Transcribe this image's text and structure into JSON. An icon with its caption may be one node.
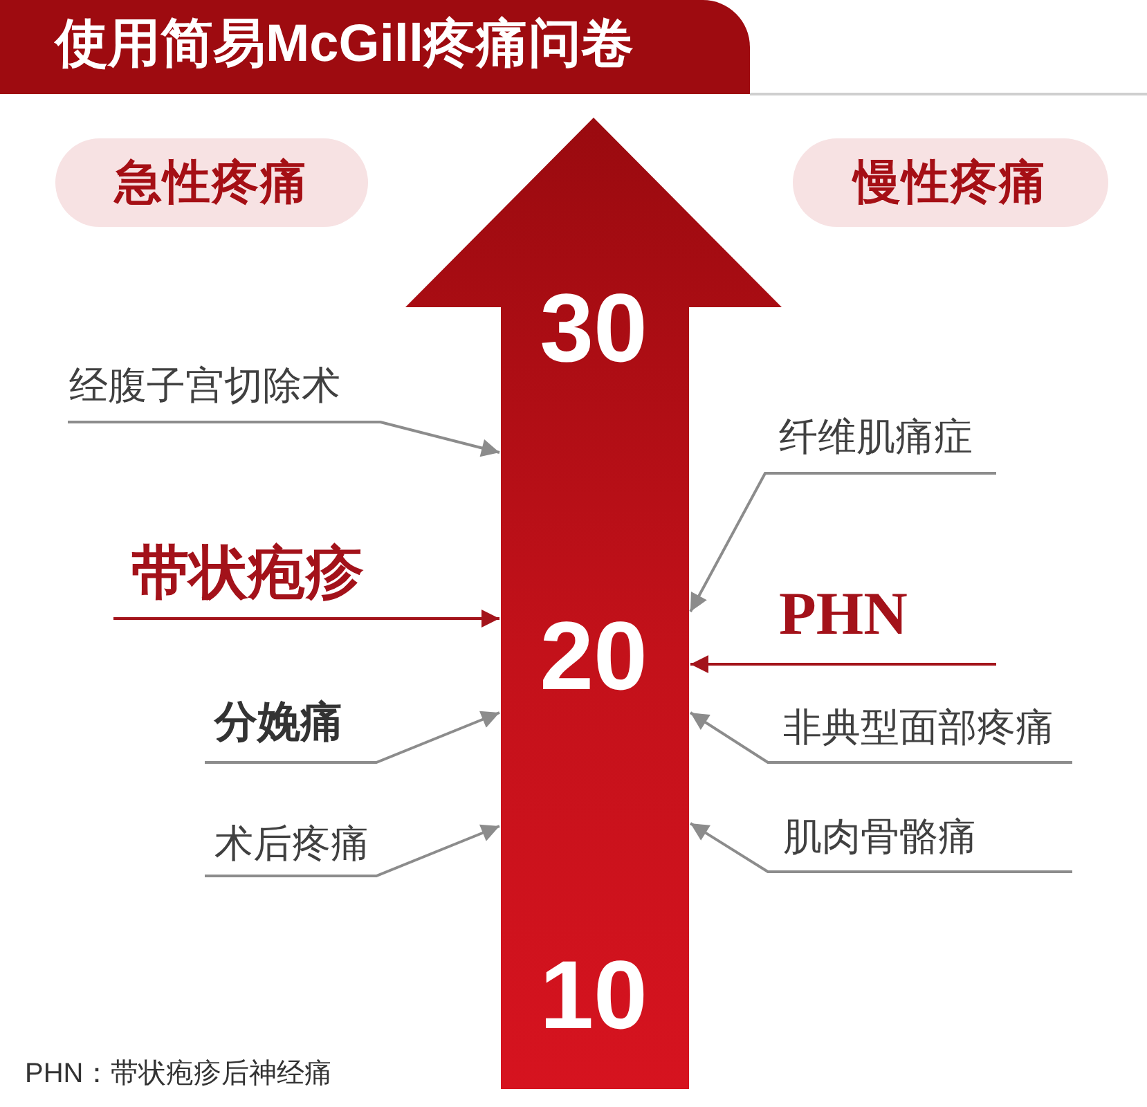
{
  "diagram": {
    "title": "使用简易McGill疼痛问卷",
    "nodes": [
      {
        "text": [
          "急性疼痛"
        ]
      },
      {
        "text": [
          "慢性疼痛"
        ]
      },
      {
        "text": [
          "30",
          "20",
          "10"
        ]
      },
      {
        "text": [
          "经腹子宫切除术"
        ]
      },
      {
        "text": [
          "纤维肌痛症"
        ]
      },
      {
        "text": [
          "带状疱疹"
        ]
      },
      {
        "text": [
          "PHN"
        ]
      },
      {
        "text": [
          "分娩痛"
        ]
      },
      {
        "text": [
          "非典型面部疼痛"
        ]
      },
      {
        "text": [
          "术后疼痛"
        ]
      },
      {
        "text": [
          "肌肉骨骼痛"
        ]
      }
    ],
    "edges": [
      {
        "from": 3,
        "to": 2,
        "arrow": "to"
      },
      {
        "from": 4,
        "to": 2,
        "arrow": "to"
      },
      {
        "from": 5,
        "to": 2,
        "arrow": "to",
        "color": "#a3141b"
      },
      {
        "from": 6,
        "to": 2,
        "arrow": "to",
        "color": "#a3141b"
      },
      {
        "from": 7,
        "to": 2,
        "arrow": "to"
      },
      {
        "from": 8,
        "to": 2,
        "arrow": "to"
      },
      {
        "from": 9,
        "to": 2,
        "arrow": "to"
      },
      {
        "from": 10,
        "to": 2,
        "arrow": "to"
      }
    ],
    "labels": [
      "PHN：带状疱疹后神经痛"
    ]
  }
}
